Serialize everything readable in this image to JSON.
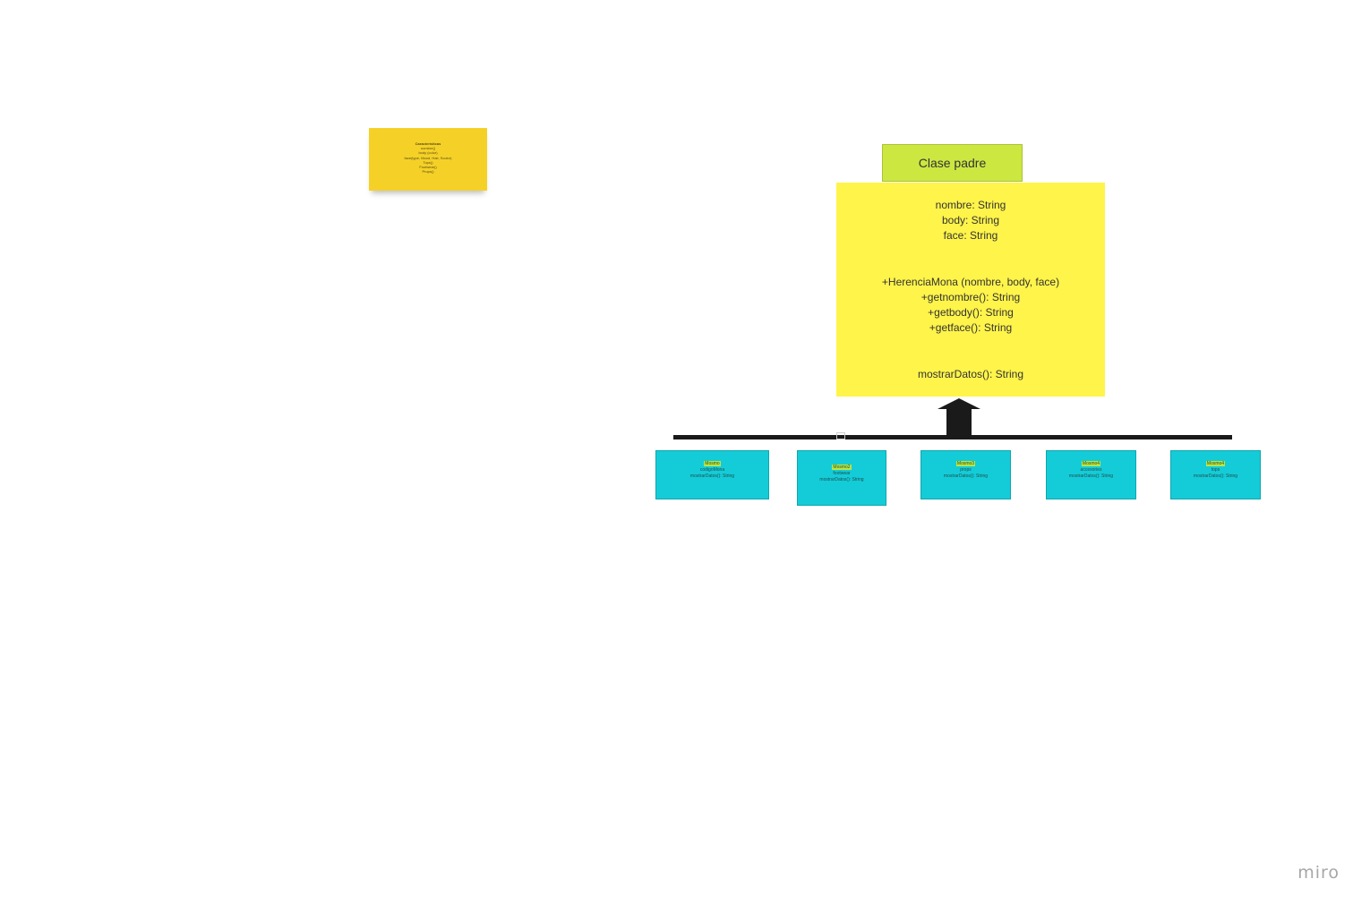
{
  "sticky_note": {
    "title": "Caracteristicas",
    "lines": [
      "nombre()",
      "body (color)",
      "face(type, Mood, Hair, Scolor)",
      "Tops()",
      "Footwear()",
      "Props()"
    ]
  },
  "parent_class": {
    "header": "Clase padre",
    "attributes": [
      "nombre: String",
      "body: String",
      "face: String"
    ],
    "methods": [
      "+HerenciaMona (nombre, body, face)",
      "+getnombre(): String",
      "+getbody(): String",
      "+getface(): String"
    ],
    "extra": "mostrarDatos(): String"
  },
  "children": [
    {
      "name": "Mosmo",
      "field": "codigoMona",
      "method": "mostrarDatos(): String"
    },
    {
      "name": "Mosmo2",
      "field": "footwear",
      "method": "mostrarDatos(): String"
    },
    {
      "name": "Mosmo3",
      "field": "props",
      "method": "mostrarDatos(): String"
    },
    {
      "name": "Mosmo4",
      "field": "accesories",
      "method": "mostrarDatos(): String"
    },
    {
      "name": "Mosmo4",
      "field": "tops",
      "method": "mostrarDatos(): String"
    }
  ],
  "brand": "miro",
  "colors": {
    "sticky": "#f5d128",
    "header": "#cde741",
    "parent": "#fff44a",
    "child": "#14ccd7",
    "connector": "#1a1a1a"
  }
}
